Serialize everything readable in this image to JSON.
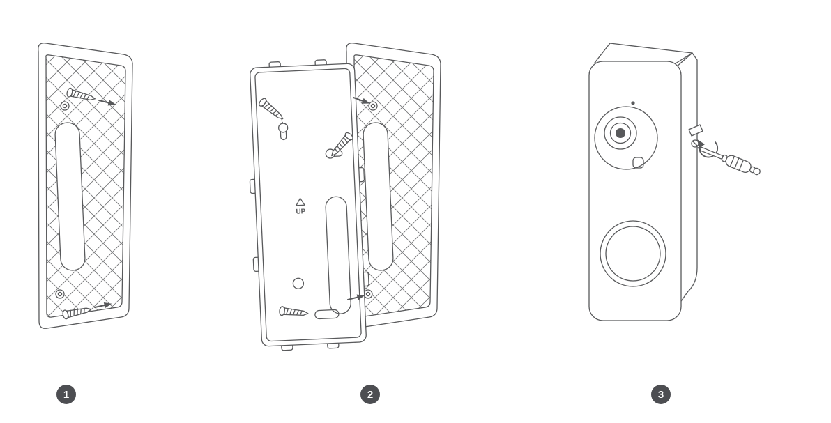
{
  "diagram": {
    "background_color": "#ffffff",
    "line_color": "#58595b",
    "badge_color": "#4d4e52"
  },
  "steps": [
    {
      "number": "1"
    },
    {
      "number": "2"
    },
    {
      "number": "3"
    }
  ],
  "labels": {
    "up": "UP"
  },
  "icons": {
    "screw": "screw-icon",
    "direction_arrow": "direction-arrow-icon",
    "screwdriver": "screwdriver-icon",
    "rotation_arrow": "rotate-clockwise-arrow-icon"
  }
}
